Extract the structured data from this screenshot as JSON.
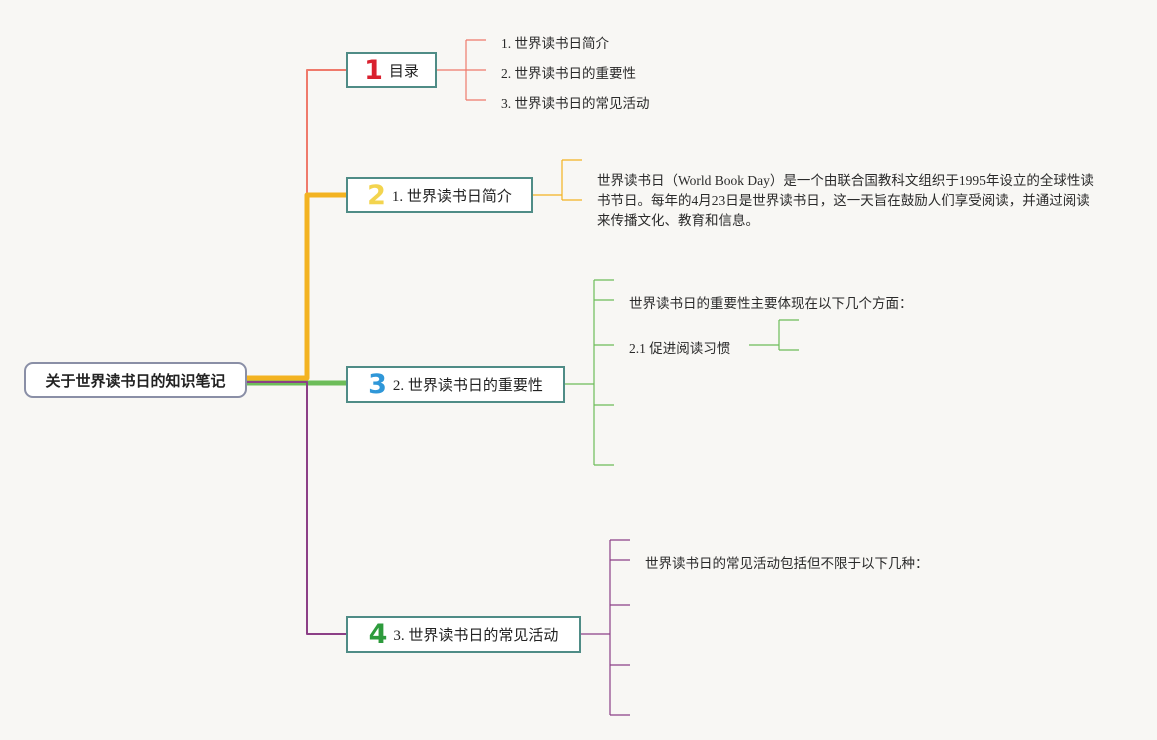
{
  "root": {
    "label": "关于世界读书日的知识笔记"
  },
  "colors": {
    "branch1": "#ef7a6b",
    "branch2": "#f3b321",
    "branch3": "#6dbd59",
    "branch4": "#8c3f86",
    "node_border": "#4f8c86",
    "root_border": "#8a8fa6",
    "num1": "#d9202e",
    "num2": "#f3d44e",
    "num3": "#2f97d8",
    "num4": "#2d9b3c"
  },
  "branches": [
    {
      "number": "1",
      "label": "目录",
      "children": [
        "1. 世界读书日简介",
        "2. 世界读书日的重要性",
        "3. 世界读书日的常见活动"
      ]
    },
    {
      "number": "2",
      "label": "1. 世界读书日简介",
      "paragraph": "世界读书日（World Book Day）是一个由联合国教科文组织于1995年设立的全球性读书节日。每年的4月23日是世界读书日，这一天旨在鼓励人们享受阅读，并通过阅读来传播文化、教育和信息。"
    },
    {
      "number": "3",
      "label": "2. 世界读书日的重要性",
      "children": [
        "世界读书日的重要性主要体现在以下几个方面：",
        "2.1 促进阅读习惯"
      ]
    },
    {
      "number": "4",
      "label": "3. 世界读书日的常见活动",
      "children": [
        "世界读书日的常见活动包括但不限于以下几种："
      ]
    }
  ]
}
